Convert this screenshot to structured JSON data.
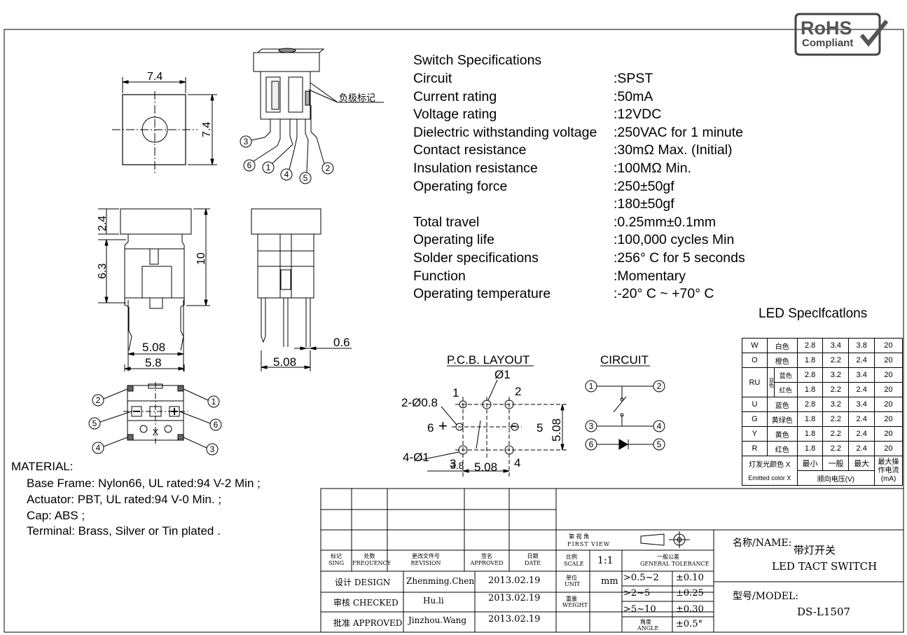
{
  "rohs": {
    "line1": "RoHS",
    "line2": "Compliant"
  },
  "top_view": {
    "width": "7.4",
    "height": "7.4"
  },
  "iso_view": {
    "label": "负极标记",
    "pins": [
      "3",
      "6",
      "1",
      "4",
      "5",
      "2"
    ]
  },
  "front_view": {
    "dim_cap": "2.4",
    "dim_body": "6.3",
    "dim_total": "10",
    "dim_pitch": "5.08",
    "dim_width": "5.8"
  },
  "side_view": {
    "dim_pin": "0.6",
    "dim_pitch": "5.08"
  },
  "bottom_view": {
    "pins": [
      "2",
      "1",
      "5",
      "6",
      "4",
      "3"
    ],
    "center": "X"
  },
  "specs": {
    "title": "Switch Specifications",
    "rows": [
      {
        "label": "Circuit",
        "value": ":SPST"
      },
      {
        "label": "Current rating",
        "value": ":50mA"
      },
      {
        "label": "Voltage rating",
        "value": ":12VDC"
      },
      {
        "label": "Dielectric withstanding voltage",
        "value": ":250VAC for 1 minute"
      },
      {
        "label": "Contact resistance",
        "value": ":30mΩ   Max. (Initial)"
      },
      {
        "label": "Insulation resistance",
        "value": ":100MΩ   Min."
      },
      {
        "label": "Operating force",
        "value": ":250±50gf"
      },
      {
        "label": "",
        "value": ":180±50gf"
      },
      {
        "label": "Total travel",
        "value": ":0.25mm±0.1mm"
      },
      {
        "label": "Operating life",
        "value": ":100,000 cycles Min"
      },
      {
        "label": "Solder specifications",
        "value": ":256° C for 5 seconds"
      },
      {
        "label": "Function",
        "value": ":Momentary"
      },
      {
        "label": "Operating temperature",
        "value": ":-20° C ~ +70° C"
      }
    ]
  },
  "led_specs": {
    "title": "LED Speclfcatlons",
    "rows": [
      {
        "code": "W",
        "color": "白色",
        "min": "2.8",
        "typ": "3.4",
        "max": "3.8",
        "current": "20"
      },
      {
        "code": "O",
        "color": "橙色",
        "min": "1.8",
        "typ": "2.2",
        "max": "2.4",
        "current": "20"
      },
      {
        "code": "RU",
        "sub": "双色",
        "color": "蓝色",
        "min": "2.8",
        "typ": "3.2",
        "max": "3.4",
        "current": "20"
      },
      {
        "code": "",
        "sub": "",
        "color": "红色",
        "min": "1.8",
        "typ": "2.2",
        "max": "2.4",
        "current": "20"
      },
      {
        "code": "U",
        "color": "蓝色",
        "min": "2.8",
        "typ": "3.2",
        "max": "3.4",
        "current": "20"
      },
      {
        "code": "G",
        "color": "黄绿色",
        "min": "1.8",
        "typ": "2.2",
        "max": "2.4",
        "current": "20"
      },
      {
        "code": "Y",
        "color": "黄色",
        "min": "1.8",
        "typ": "2.2",
        "max": "2.4",
        "current": "20"
      },
      {
        "code": "R",
        "color": "红色",
        "min": "1.8",
        "typ": "2.2",
        "max": "2.4",
        "current": "20"
      }
    ],
    "footer": {
      "emit_cn": "灯发光颜色 X",
      "emit_en": "Emitted color X",
      "min": "最小",
      "typ": "一般",
      "max": "最大",
      "voltage": "顺向电压(V)",
      "current": "最大操作电流(mA)"
    }
  },
  "pcb": {
    "title": "P.C.B. LAYOUT",
    "hole1": "Ø1",
    "hole2": "2-Ø0.8",
    "hole4": "4-Ø1",
    "pins": [
      "1",
      "2",
      "6",
      "5",
      "3",
      "4"
    ],
    "plus": "+",
    "minus": "-",
    "dim_v": "5.08",
    "dim_h": "5.08",
    "dim_s": "3.8"
  },
  "circuit": {
    "title": "CIRCUIT",
    "pins": [
      "1",
      "2",
      "3",
      "4",
      "6",
      "5"
    ]
  },
  "material": {
    "title": "MATERIAL:",
    "items": [
      "Base Frame: Nylon66, UL rated:94 V-2 Min ;",
      "Actuator:  PBT, UL rated:94 V-0 Min. ;",
      "Cap:  ABS ;",
      "Terminal: Brass, Silver or Tin plated ."
    ]
  },
  "title_block": {
    "headers": {
      "mark": "标记\nSING",
      "qty": "处数\nFREQUENCY",
      "rev": "更改文件号\nREVISION",
      "approved": "签名\nAPPROVED",
      "date": "日期\nDATE"
    },
    "view": {
      "cn": "第    视  角",
      "en": "FIRST VIEW"
    },
    "scale_label": {
      "cn": "比例",
      "en": "SCALE"
    },
    "scale": "1:1",
    "tol_label": {
      "cn": "一般公差",
      "en": "GENERAL TOLERANCE"
    },
    "unit_label": {
      "cn": "单位",
      "en": "UNIT"
    },
    "unit": "mm",
    "weight_label": {
      "cn": "重量",
      "en": "WEIGHT"
    },
    "angle_label": {
      "cn": "角度",
      "en": "ANGLE"
    },
    "tolerances": [
      {
        "range": ">0.5~2",
        "tol": "±0.10"
      },
      {
        "range": ">2~5",
        "tol": "±0.25"
      },
      {
        "range": ">5~10",
        "tol": "±0.30"
      },
      {
        "range": "",
        "tol": "±0.5°"
      }
    ],
    "design": {
      "label": "设计 DESIGN",
      "name": "Zhenming.Chen",
      "date": "2013.02.19"
    },
    "checked": {
      "label": "审核 CHECKED",
      "name": "Hu.li",
      "date": "2013.02.19"
    },
    "approved": {
      "label": "批准 APPROVED",
      "name": "Jinzhou.Wang",
      "date": "2013.02.19"
    },
    "name_label": "名称/NAME:",
    "name_cn": "带灯开关",
    "name_en": "LED TACT SWITCH",
    "model_label": "型号/MODEL:",
    "model": "DS-L1507"
  }
}
